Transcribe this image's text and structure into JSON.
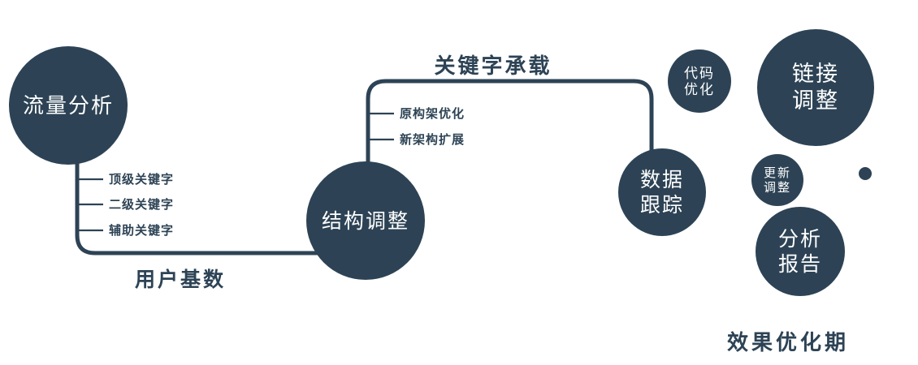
{
  "diagram": {
    "accent": "#2d4355",
    "text_on_dark": "#ffffff",
    "nodes": {
      "traffic_analysis": {
        "lines": [
          "流量分析"
        ]
      },
      "structure_adjust": {
        "lines": [
          "结构调整"
        ]
      },
      "data_tracking": {
        "lines": [
          "数据",
          "跟踪"
        ]
      },
      "code_optimization": {
        "lines": [
          "代码",
          "优化"
        ]
      },
      "link_adjustment": {
        "lines": [
          "链接",
          "调整"
        ]
      },
      "update_adjustment": {
        "lines": [
          "更新",
          "调整"
        ]
      },
      "analysis_report": {
        "lines": [
          "分析",
          "报告"
        ]
      }
    },
    "edge_labels": {
      "user_base": "用户基数",
      "keyword_carrying": "关键字承载"
    },
    "branch_labels": {
      "traffic": [
        "顶级关键字",
        "二级关键字",
        "辅助关键字"
      ],
      "structure": [
        "原构架优化",
        "新架构扩展"
      ]
    },
    "caption": "效果优化期"
  }
}
